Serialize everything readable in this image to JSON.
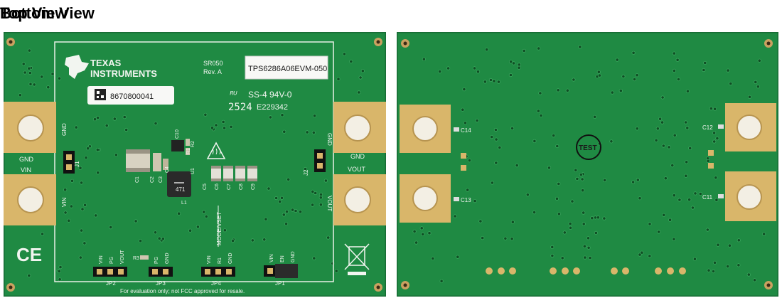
{
  "titles": {
    "top": "Top View",
    "bottom": "Bottom View"
  },
  "top_board": {
    "brand_line1": "TEXAS",
    "brand_line2": "INSTRUMENTS",
    "board_code": "SR050",
    "revision": "Rev. A",
    "model_label": "TPS6286A06EVM-050",
    "serial_label": "8670800041",
    "ul_mark": "SS-4 94V-0",
    "date_code": "2524",
    "cert_number": "E229342",
    "ce_mark": "CE",
    "footer_note": "For evaluation only; not FCC approved for resale.",
    "terminals": {
      "gnd_left": "GND",
      "vin_left": "VIN",
      "gnd_right": "GND",
      "vout_right": "VOUT",
      "gnd_left_vertical": "GND",
      "vin_left_vertical": "VIN",
      "gnd_right_vertical": "GND",
      "vout_right_vertical": "VOUT"
    },
    "jumpers": {
      "j1": "J1",
      "j2": "J2",
      "jp1": "JP1",
      "jp2": "JP2",
      "jp3": "JP3",
      "jp4": "JP4"
    },
    "header_pins": {
      "jp2": [
        "VIN",
        "PG",
        "VOUT"
      ],
      "jp3": [
        "PG",
        "GND"
      ],
      "jp4": [
        "VIN",
        "R1",
        "GND"
      ],
      "jp1": [
        "VIN",
        "EN",
        "GND"
      ]
    },
    "mode_label": "MODE/VSET",
    "components": {
      "c1": "C1",
      "c2": "C2",
      "c3": "C3",
      "c4": "C4",
      "c5": "C5",
      "c6": "C6",
      "c7": "C7",
      "c8": "C8",
      "c9": "C9",
      "c10": "C10",
      "r1": "R1",
      "r2": "R2",
      "r3": "R3",
      "u1": "U1",
      "l1": "L1",
      "inductor_marking": "471"
    }
  },
  "bottom_board": {
    "labels": {
      "c11": "C11",
      "c12": "C12",
      "c13": "C13",
      "c14": "C14"
    },
    "test_mark": "TEST"
  },
  "colors": {
    "pcb_green": "#1f8a43",
    "pad_gold": "#d9b66a",
    "silkscreen": "#f2f5f0"
  }
}
